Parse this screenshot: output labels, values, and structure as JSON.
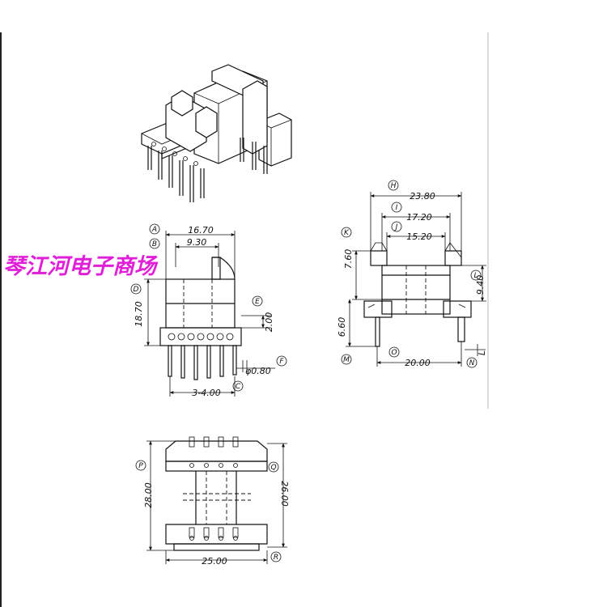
{
  "watermark": "琴江河电子商场",
  "labels": {
    "A": "A",
    "B": "B",
    "C": "C",
    "D": "D",
    "E": "E",
    "F": "F",
    "H": "H",
    "I": "I",
    "J": "J",
    "K": "K",
    "L": "L",
    "M": "M",
    "N": "N",
    "O": "O",
    "P": "P",
    "Q": "Q",
    "R": "R"
  },
  "front_view": {
    "width_A": "16.70",
    "width_B": "9.30",
    "height_D": "18.70",
    "height_E": "2.00",
    "pin_dia_F": "φ0.80",
    "pitch_C": "3-4.00"
  },
  "side_view": {
    "width_H": "23.80",
    "width_I": "17.20",
    "width_J": "15.20",
    "height_K": "7.60",
    "height_L": "9.40",
    "height_M": "6.60",
    "width_O": "20.00",
    "N_value": "L"
  },
  "bottom_view": {
    "height_P": "28.00",
    "height_Q": "26.00",
    "width_R": "25.00"
  }
}
